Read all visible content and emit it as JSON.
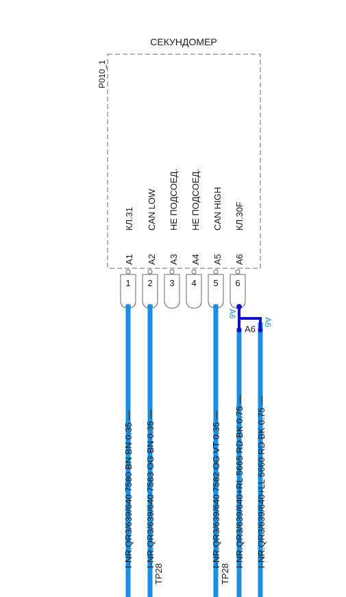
{
  "component": {
    "title": "СЕКУНДОМЕР",
    "ref": "P010_1"
  },
  "pins": [
    {
      "pin": "A1",
      "num": "1",
      "func": "КЛ.31",
      "wire": "I-NR.QR3/639/640   7580  BN BN 0.35 —"
    },
    {
      "pin": "A2",
      "num": "2",
      "func": "CAN LOW",
      "wire": "I-NR.QR3/639/640   7583  OG BN 0.35 —"
    },
    {
      "pin": "A3",
      "num": "3",
      "func": "НЕ ПОДСОЕД.",
      "wire": ""
    },
    {
      "pin": "A4",
      "num": "4",
      "func": "НЕ ПОДСОЕД.",
      "wire": ""
    },
    {
      "pin": "A5",
      "num": "5",
      "func": "CAN HIGH",
      "wire": "I-NR.QR3/639/640   7582  OG VT 0.35 —"
    },
    {
      "pin": "A6",
      "num": "6",
      "func": "КЛ.30F",
      "wire": ""
    }
  ],
  "splice": {
    "label": "A6",
    "tag_left": "A6",
    "tag_right": "A6",
    "wire_left": "I-NR.QR3/639/640+RL   5665  RD BK 0.75 —",
    "wire_right": "I-NR.QR3/639/640+LL   5660  RD BK 0.75 —"
  },
  "twisted_pair": {
    "left": "TP28",
    "right": "TP28"
  },
  "colors": {
    "wire": "#1a8fe0",
    "splice": "#1010c8",
    "outline": "#666666",
    "text": "#1a1a1a"
  }
}
